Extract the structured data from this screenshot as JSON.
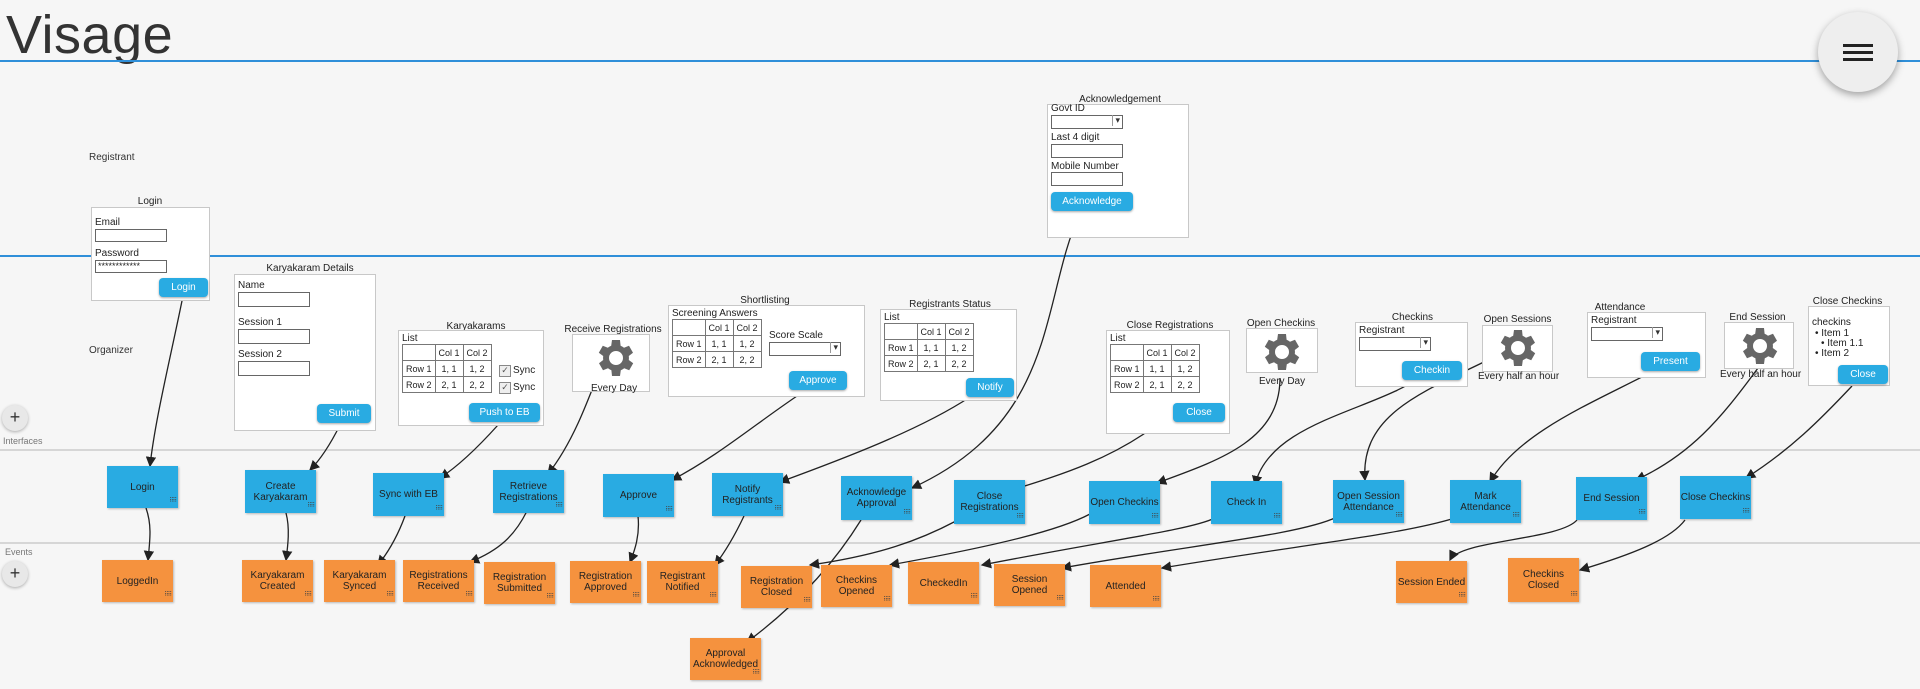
{
  "app": {
    "title": "Visage"
  },
  "lanes": {
    "registrant": "Registrant",
    "organizer": "Organizer",
    "interfaces": "Interfaces",
    "events": "Events"
  },
  "buttons": {
    "add": "+"
  },
  "wireframes": {
    "login": {
      "title": "Login",
      "email_label": "Email",
      "password_label": "Password",
      "password_value": "************",
      "button": "Login"
    },
    "karyakaram_details": {
      "title": "Karyakaram Details",
      "name_label": "Name",
      "session1_label": "Session 1",
      "session2_label": "Session 2",
      "button": "Submit"
    },
    "karyakarams": {
      "title": "Karyakarams",
      "list_label": "List",
      "sync_label": "Sync",
      "button": "Push to EB"
    },
    "receive_registrations": {
      "title": "Receive Registrations",
      "caption": "Every Day"
    },
    "shortlisting": {
      "title": "Shortlisting",
      "screening_label": "Screening Answers",
      "score_label": "Score Scale",
      "button": "Approve"
    },
    "registrants_status": {
      "title": "Registrants Status",
      "list_label": "List",
      "button": "Notify"
    },
    "acknowledgement": {
      "title": "Acknowledgement",
      "govt_label": "Govt ID",
      "last4_label": "Last 4 digit",
      "mobile_label": "Mobile Number",
      "button": "Acknowledge"
    },
    "close_registrations": {
      "title": "Close Registrations",
      "list_label": "List",
      "button": "Close"
    },
    "open_checkins": {
      "title": "Open Checkins",
      "caption": "Every Day"
    },
    "checkins": {
      "title": "Checkins",
      "registrant_label": "Registrant",
      "button": "Checkin"
    },
    "open_sessions": {
      "title": "Open Sessions",
      "caption": "Every half an hour"
    },
    "attendance": {
      "title": "Attendance",
      "registrant_label": "Registrant",
      "button": "Present"
    },
    "end_session": {
      "title": "End Session",
      "caption": "Every half an hour"
    },
    "close_checkins": {
      "title": "Close Checkins",
      "list_title": "checkins",
      "items": [
        "• Item 1",
        "• Item 1.1",
        "• Item 2"
      ],
      "button": "Close"
    }
  },
  "table": {
    "header": [
      "",
      "Col 1",
      "Col 2"
    ],
    "rows": [
      [
        "Row 1",
        "1, 1",
        "1, 2"
      ],
      [
        "Row 2",
        "2, 1",
        "2, 2"
      ]
    ]
  },
  "commands": {
    "login": "Login",
    "create_karyakaram": "Create Karyakaram",
    "sync_with_eb": "Sync with EB",
    "retrieve_registrations": "Retrieve Registrations",
    "approve": "Approve",
    "notify_registrants": "Notify Registrants",
    "acknowledge_approval": "Acknowledge Approval",
    "close_registrations": "Close Registrations",
    "open_checkins": "Open Checkins",
    "check_in": "Check In",
    "open_session_attendance": "Open Session Attendance",
    "mark_attendance": "Mark Attendance",
    "end_session": "End Session",
    "close_checkins": "Close Checkins"
  },
  "events": {
    "loggedin": "LoggedIn",
    "karyakaram_created": "Karyakaram Created",
    "karyakaram_synced": "Karyakaram Synced",
    "registrations_received": "Registrations Received",
    "registration_submitted": "Registration Submitted",
    "registration_approved": "Registration Approved",
    "registrant_notified": "Registrant Notified",
    "registration_closed": "Registration Closed",
    "approval_acknowledged": "Approval Acknowledged",
    "checkins_opened": "Checkins Opened",
    "checkedin": "CheckedIn",
    "session_opened": "Session Opened",
    "attended": "Attended",
    "session_ended": "Session Ended",
    "checkins_closed": "Checkins Closed"
  },
  "colors": {
    "command": "#29abe2",
    "event": "#f5923e",
    "lane_divider": "#2f8fd9",
    "background": "#f6f6f6"
  },
  "icons": {
    "menu": "menu-icon",
    "timer": "gear-icon"
  }
}
